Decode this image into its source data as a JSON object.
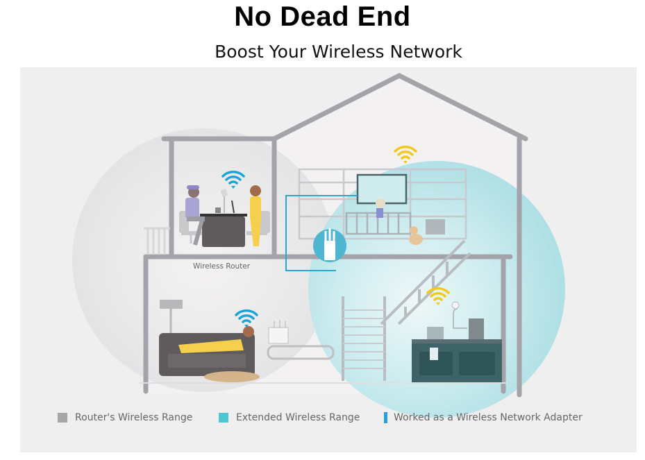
{
  "header": {
    "title": "No Dead End",
    "subtitle": "Boost Your Wireless Network"
  },
  "illustration": {
    "router_label": "Wireless Router",
    "icons": [
      "wifi-icon-router-upstairs",
      "wifi-icon-router-downstairs",
      "wifi-icon-extended-upstairs",
      "wifi-icon-extended-kitchen",
      "range-extender-device-icon",
      "wireless-router-device-icon"
    ],
    "colors": {
      "panel_bg": "#efefef",
      "house_line": "#a3a3a9",
      "router_range": "#e2e2e4",
      "extended_range": "#a7dde2",
      "router_wifi": "#1aa3d8",
      "extended_wifi": "#f2c819",
      "adapter_line": "#2ba3d4"
    }
  },
  "legend": {
    "items": [
      {
        "label": "Router's Wireless Range",
        "color": "#a6a6a8",
        "shape": "square"
      },
      {
        "label": "Extended Wireless Range",
        "color": "#4ec7d3",
        "shape": "square"
      },
      {
        "label": "Worked as a Wireless Network Adapter",
        "color": "#2a9fd8",
        "shape": "bar"
      }
    ]
  }
}
